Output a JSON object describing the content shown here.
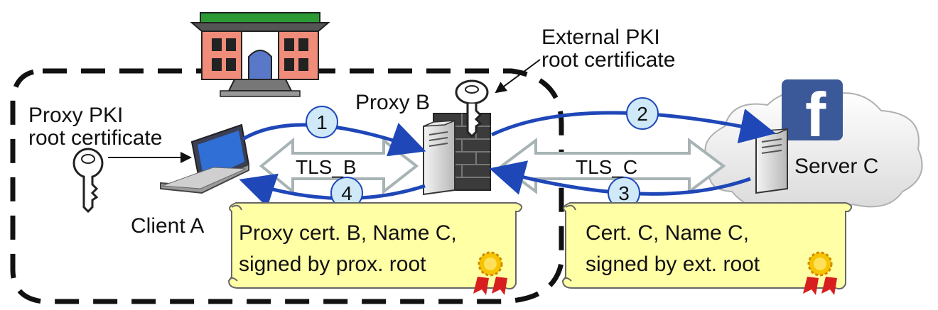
{
  "labels": {
    "proxy_pki_line1": "Proxy PKI",
    "proxy_pki_line2": "root certificate",
    "external_pki_line1": "External PKI",
    "external_pki_line2": "root certificate",
    "proxy_b": "Proxy B",
    "client_a": "Client A",
    "server_c": "Server C",
    "tls_b": "TLS_B",
    "tls_c": "TLS_C"
  },
  "steps": [
    "1",
    "2",
    "3",
    "4"
  ],
  "certificates": {
    "proxy_cert_line1": "Proxy cert. B, Name C,",
    "proxy_cert_line2": "signed by prox. root",
    "server_cert_line1": "Cert. C, Name C,",
    "server_cert_line2": "signed by ext. root"
  },
  "logo_letter": "f",
  "colors": {
    "arrow_blue": "#1f47b8",
    "step_circle": "#cfe9f8",
    "tls_arrow_fill": "#ffffff",
    "tls_arrow_stroke": "#a7b3b5",
    "scroll_fill": "#ffffa6",
    "building_roof": "#2c9a34",
    "building_wall": "#f08c7a",
    "cloud": "#e8e8e8",
    "facebook": "#3b5998"
  }
}
